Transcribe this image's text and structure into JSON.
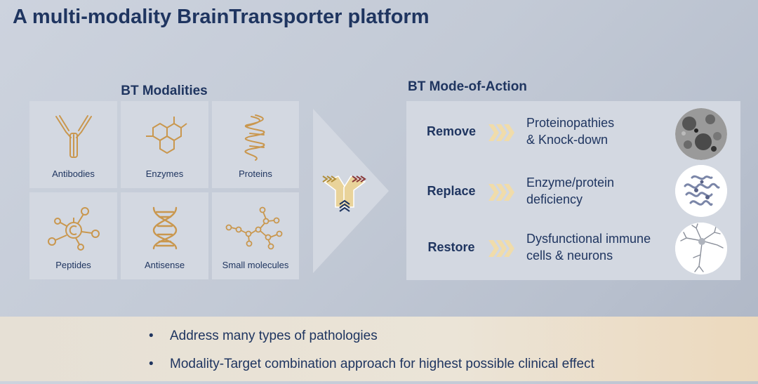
{
  "title": "A multi-modality BrainTransporter platform",
  "modalities": {
    "title": "BT Modalities",
    "items": [
      {
        "label": "Antibodies",
        "icon": "antibody-icon"
      },
      {
        "label": "Enzymes",
        "icon": "enzyme-hexagon-icon"
      },
      {
        "label": "Proteins",
        "icon": "protein-helix-icon"
      },
      {
        "label": "Peptides",
        "icon": "peptide-molecule-icon"
      },
      {
        "label": "Antisense",
        "icon": "dna-double-helix-icon"
      },
      {
        "label": "Small molecules",
        "icon": "small-molecule-icon"
      }
    ]
  },
  "mode_of_action": {
    "title": "BT Mode-of-Action",
    "rows": [
      {
        "verb": "Remove",
        "line1": "Proteinopathies",
        "line2": "& Knock-down",
        "image": "brain-tissue-micrograph"
      },
      {
        "verb": "Replace",
        "line1": "Enzyme/protein",
        "line2": "deficiency",
        "image": "protein-structure-render"
      },
      {
        "verb": "Restore",
        "line1": "Dysfunctional immune",
        "line2": "cells & neurons",
        "image": "neuron-illustration"
      }
    ]
  },
  "bullets": [
    "Address many types of pathologies",
    "Modality-Target combination approach for highest possible clinical effect"
  ],
  "colors": {
    "navy": "#1f3560",
    "gold": "#c9974e",
    "chevron": "#f0dcaa",
    "maroon": "#8a3a3a"
  }
}
